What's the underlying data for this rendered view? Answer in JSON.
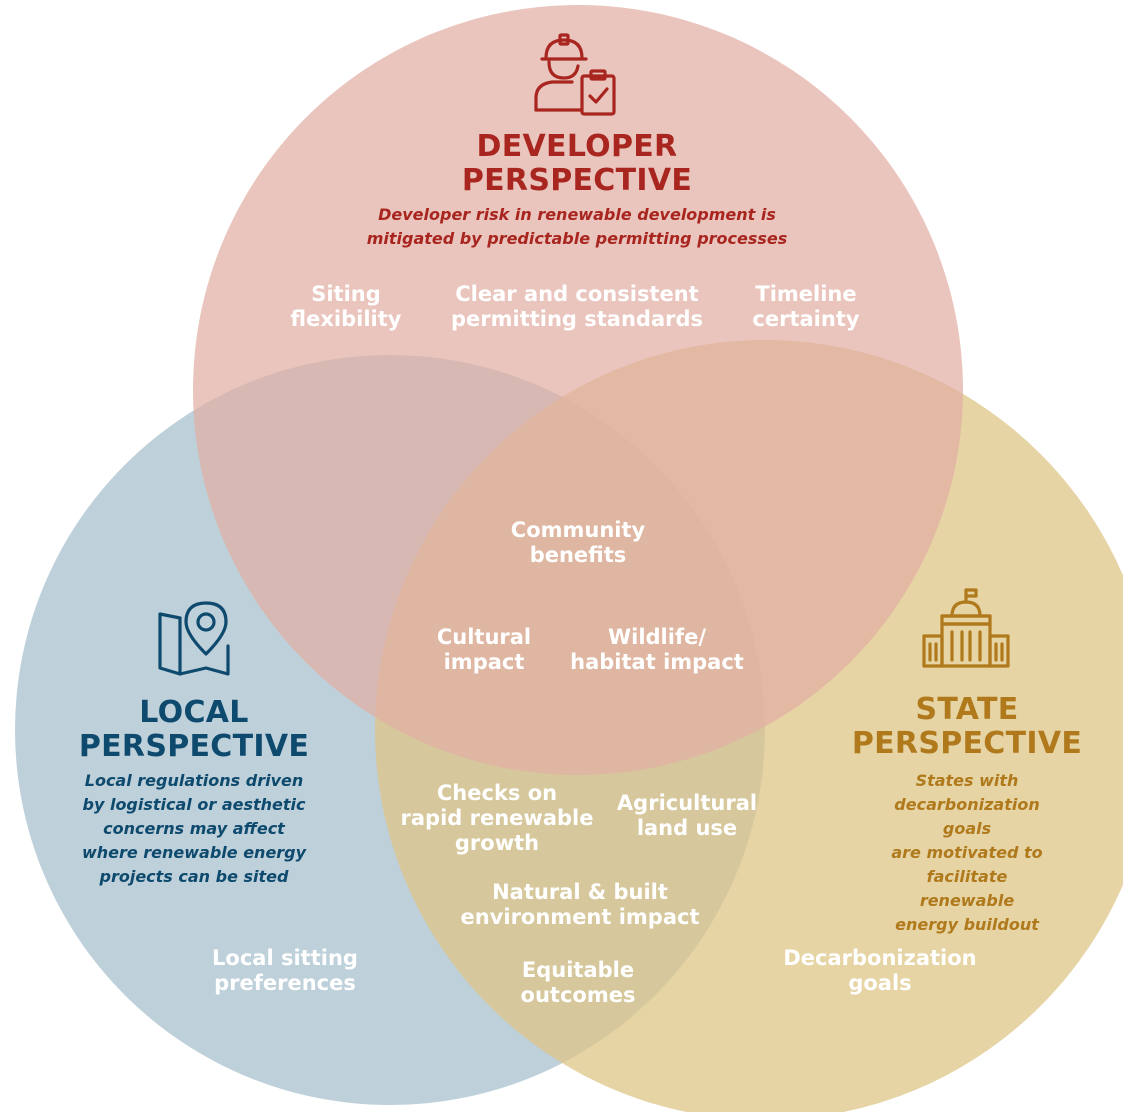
{
  "colors": {
    "developer_circle": "#e2aea4",
    "local_circle": "#a8c0ce",
    "state_circle": "#ddc587",
    "developer_text": "#a8261f",
    "local_text": "#0e4a6e",
    "state_text": "#b07a1c",
    "white_text": "#ffffff"
  },
  "developer": {
    "icon": "worker-hardhat-clipboard-icon",
    "title": "DEVELOPER\nPERSPECTIVE",
    "description": "Developer risk in renewable development is\nmitigated by predictable permitting processes",
    "items": [
      "Siting\nflexibility",
      "Clear and consistent\npermitting standards",
      "Timeline\ncertainty"
    ]
  },
  "local": {
    "icon": "map-pin-icon",
    "title": "LOCAL\nPERSPECTIVE",
    "description": "Local regulations driven\nby logistical or aesthetic\nconcerns may affect\nwhere renewable energy\nprojects can be sited",
    "items": [
      "Local sitting\npreferences"
    ]
  },
  "state": {
    "icon": "capitol-building-icon",
    "title": "STATE\nPERSPECTIVE",
    "description": "States with\ndecarbonization goals\nare motivated to\nfacilitate renewable\nenergy buildout",
    "items": [
      "Decarbonization\ngoals"
    ]
  },
  "overlap_all": {
    "items": [
      "Community\nbenefits",
      "Cultural\nimpact",
      "Wildlife/\nhabitat impact"
    ]
  },
  "overlap_local_state": {
    "items": [
      "Checks on\nrapid renewable\ngrowth",
      "Agricultural\nland use",
      "Natural & built\nenvironment impact",
      "Equitable\noutcomes"
    ]
  }
}
